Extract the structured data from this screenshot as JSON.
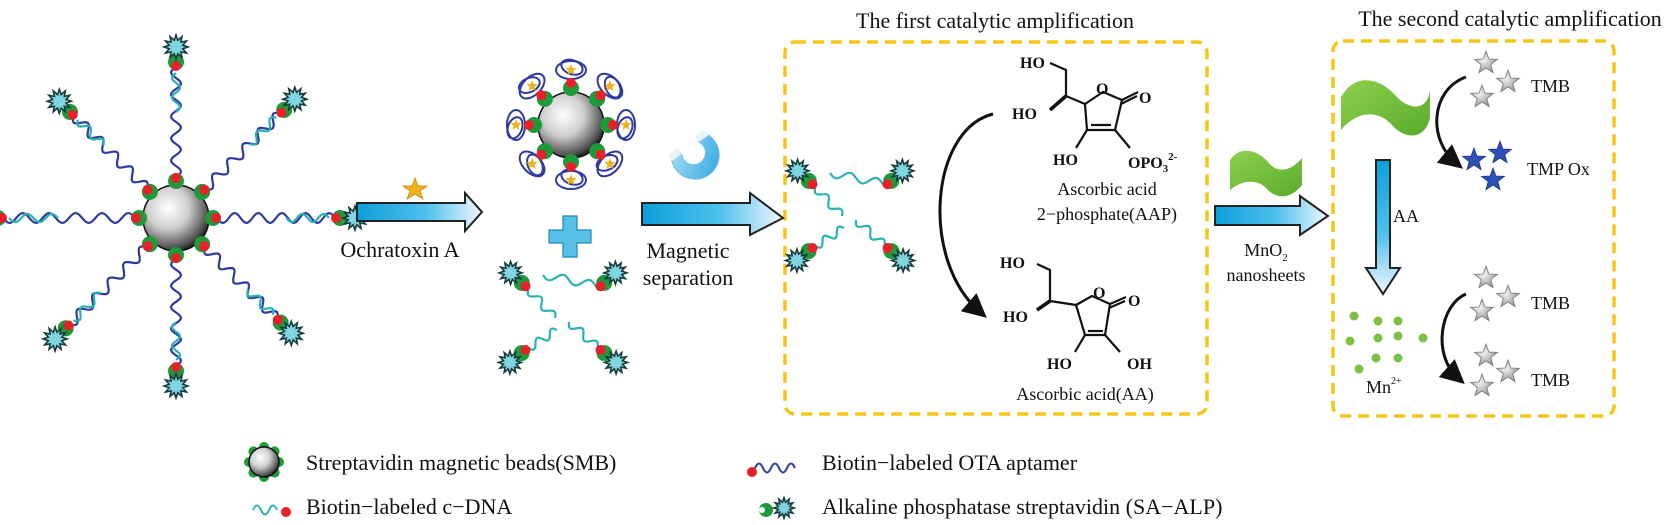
{
  "titles": {
    "first_amplification": "The first catalytic amplification",
    "second_amplification": "The second catalytic amplification"
  },
  "steps": {
    "step1_label": "Ochratoxin A",
    "step2_label_line1": "Magnetic",
    "step2_label_line2": "separation",
    "step3_label_line1": "MnO",
    "step3_label_line1_sub": "2",
    "step3_label_line2": "nanosheets"
  },
  "first_box": {
    "aap_groups": {
      "top_ho": "HO",
      "mid_ho": "HO",
      "ring_o": "O",
      "carbonyl_o": "O",
      "bottom_ho": "HO",
      "phosphate": "OPO",
      "phosphate_sub": "3",
      "phosphate_sup": "2-"
    },
    "aap_name_line1": "Ascorbic acid",
    "aap_name_line2": "2−phosphate(AAP)",
    "aa_groups": {
      "top_ho": "HO",
      "mid_ho": "HO",
      "ring_o": "O",
      "carbonyl_o": "O",
      "bottom_ho": "HO",
      "bottom_oh": "OH"
    },
    "aa_name": "Ascorbic acid(AA)"
  },
  "second_box": {
    "tmb_top": "TMB",
    "tmp_ox": "TMP Ox",
    "aa_arrow_label": "AA",
    "mn_label": "Mn",
    "mn_sup": "2+",
    "tmb_lower1": "TMB",
    "tmb_lower2": "TMB"
  },
  "legend": [
    {
      "icon": "smb-bead-icon",
      "label": "Streptavidin magnetic beads(SMB)"
    },
    {
      "icon": "ota-aptamer-icon",
      "label": "Biotin−labeled OTA aptamer"
    },
    {
      "icon": "cdna-icon",
      "label": "Biotin−labeled c−DNA"
    },
    {
      "icon": "sa-alp-icon",
      "label": "Alkaline phosphatase streptavidin (SA−ALP)"
    }
  ],
  "colors": {
    "box_border": "#f5c518",
    "aptamer": "#2e3aa0",
    "cdna": "#2bb3b3",
    "biotin": "#e8202a",
    "streptavidin": "#1f9a3a",
    "alp": "#7fd6e0",
    "arrow_start": "#0aa0dc",
    "arrow_end": "#eef6fc",
    "mno2": "#7cc242",
    "mn_ion": "#7cc242",
    "tmb_ox": "#2c4fb8",
    "tmb": "#a8a8a8",
    "ota_star": "#f0b21d"
  }
}
